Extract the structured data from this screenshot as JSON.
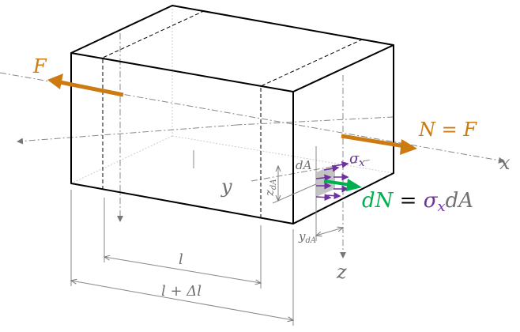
{
  "labels": {
    "force_left": "F",
    "force_right": "N = F",
    "axis_x": "x",
    "axis_y": "y",
    "axis_z": "z",
    "area": "dA",
    "stress": "σ",
    "stress_sub": "x",
    "z_da": "z",
    "z_da_sub": "dA",
    "y_da": "y",
    "y_da_sub": "dA",
    "length": "l",
    "length_elongated": "l + Δl",
    "eq_dn": "dN",
    "eq_equals": " = ",
    "eq_sigma": "σ",
    "eq_sigma_sub": "x",
    "eq_da": "dA"
  },
  "colors": {
    "force": "#CC7A12",
    "stress": "#7030A0",
    "dn": "#00B050",
    "label": "#707070",
    "edge": "#000000"
  }
}
